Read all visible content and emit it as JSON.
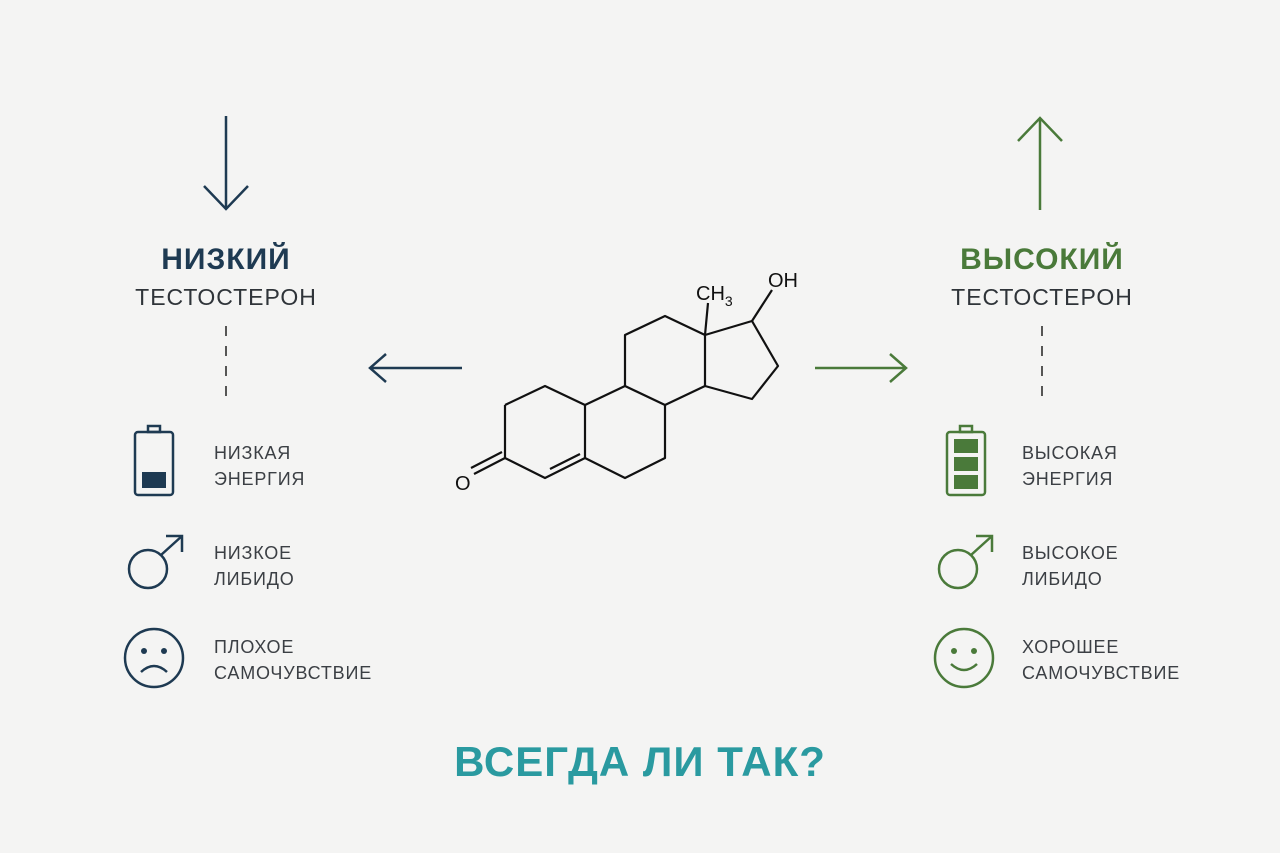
{
  "left": {
    "title": "НИЗКИЙ",
    "subtitle": "ТЕСТОСТЕРОН",
    "color": "#1e3a52",
    "features": [
      {
        "icon": "battery-low-icon",
        "line1": "НИЗКАЯ",
        "line2": "ЭНЕРГИЯ"
      },
      {
        "icon": "male-symbol-icon",
        "line1": "НИЗКОЕ",
        "line2": "ЛИБИДО"
      },
      {
        "icon": "sad-face-icon",
        "line1": "ПЛОХОЕ",
        "line2": "САМОЧУВСТВИЕ"
      }
    ]
  },
  "right": {
    "title": "ВЫСОКИЙ",
    "subtitle": "ТЕСТОСТЕРОН",
    "color": "#4a7a3a",
    "features": [
      {
        "icon": "battery-full-icon",
        "line1": "ВЫСОКАЯ",
        "line2": "ЭНЕРГИЯ"
      },
      {
        "icon": "male-symbol-icon",
        "line1": "ВЫСОКОЕ",
        "line2": "ЛИБИДО"
      },
      {
        "icon": "happy-face-icon",
        "line1": "ХОРОШЕЕ",
        "line2": "САМОЧУВСТВИЕ"
      }
    ]
  },
  "molecule": {
    "oxygen": "O",
    "methyl": "CH",
    "methyl_sub": "3",
    "hydroxyl": "OH"
  },
  "question": "ВСЕГДА ЛИ ТАК?",
  "accent_color": "#2a9aa0"
}
